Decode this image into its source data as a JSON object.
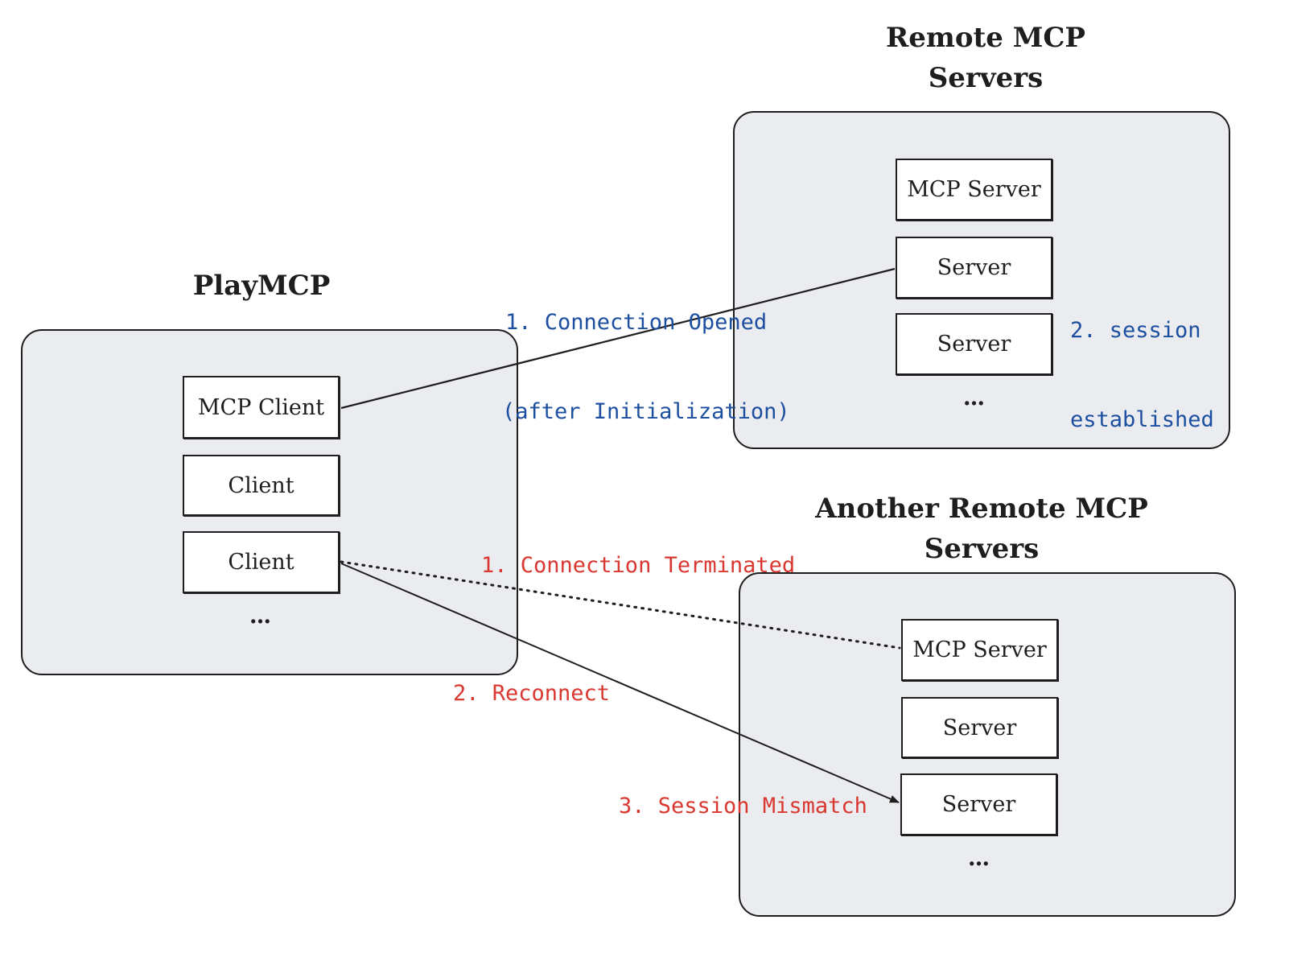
{
  "groups": {
    "playmcp": {
      "title": "PlayMCP",
      "nodes": [
        "MCP Client",
        "Client",
        "Client"
      ],
      "more": "..."
    },
    "remote": {
      "title_line1": "Remote MCP",
      "title_line2": "Servers",
      "nodes": [
        "MCP Server",
        "Server",
        "Server"
      ],
      "more": "..."
    },
    "another": {
      "title_line1": "Another Remote MCP",
      "title_line2": "Servers",
      "nodes": [
        "MCP Server",
        "Server",
        "Server"
      ],
      "more": "..."
    }
  },
  "edge_labels": {
    "opened_line1": "1. Connection Opened",
    "opened_line2": "(after Initialization)",
    "session_line1": "2. session",
    "session_line2": "established",
    "terminated": "1. Connection Terminated",
    "reconnect": "2. Reconnect",
    "mismatch": "3. Session Mismatch"
  },
  "colors": {
    "blue_label": "#1c4fa0",
    "red_label": "#d9372f",
    "panel_fill": "#ebecef",
    "stroke": "#1e1e1e"
  }
}
